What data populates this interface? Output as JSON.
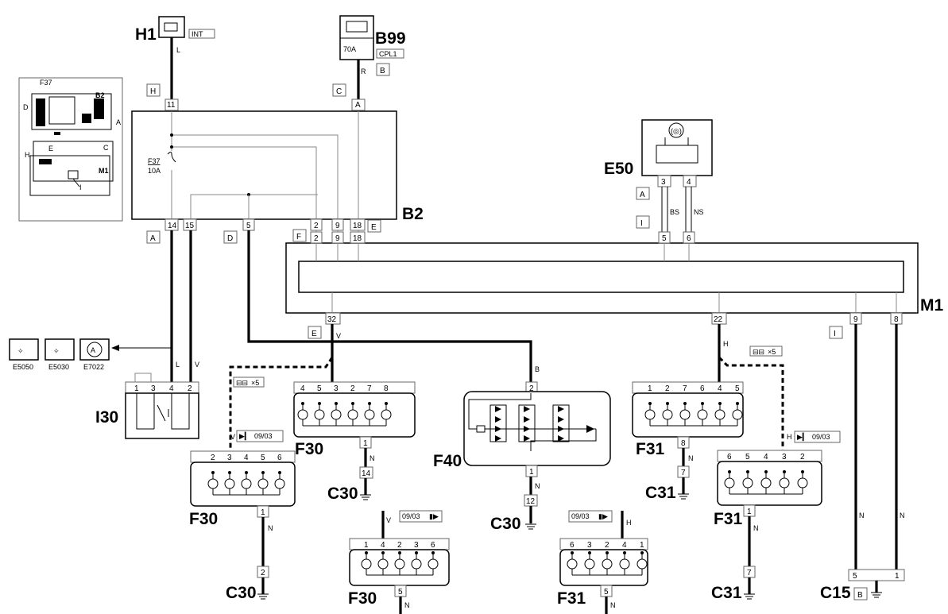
{
  "components": {
    "H1": {
      "name": "H1",
      "tag": "INT"
    },
    "B99": {
      "name": "B99",
      "fuse": "70A",
      "tag": "CPL1",
      "letter": "B"
    },
    "B2": {
      "name": "B2",
      "fuse": "F37",
      "rating": "10A"
    },
    "E50": {
      "name": "E50"
    },
    "M1": {
      "name": "M1"
    },
    "I30": {
      "name": "I30"
    },
    "F40": {
      "name": "F40"
    },
    "F30_a": {
      "name": "F30"
    },
    "F30_b": {
      "name": "F30",
      "date": "09/03"
    },
    "F30_c": {
      "name": "F30",
      "date": "09/03"
    },
    "F31_a": {
      "name": "F31"
    },
    "F31_b": {
      "name": "F31",
      "date": "09/03"
    },
    "F31_c": {
      "name": "F31",
      "date": "09/03"
    },
    "C30_a": {
      "name": "C30"
    },
    "C30_b": {
      "name": "C30"
    },
    "C30_c": {
      "name": "C30"
    },
    "C31_a": {
      "name": "C31"
    },
    "C31_b": {
      "name": "C31"
    },
    "C15": {
      "name": "C15",
      "letter": "B"
    },
    "E5050": {
      "name": "E5050"
    },
    "E5030": {
      "name": "E5030"
    },
    "E7022": {
      "name": "E7022"
    }
  },
  "connectors": {
    "H": "H",
    "C": "C",
    "A": "A",
    "D": "D",
    "F": "F",
    "E": "E",
    "E2": "E",
    "A2": "A",
    "I": "I",
    "I2": "I"
  },
  "wires": {
    "L": "L",
    "R": "R",
    "V": "V",
    "B": "B",
    "H": "H",
    "N": "N",
    "BS": "BS",
    "NS": "NS"
  },
  "count_label": "×5",
  "inset": {
    "F37": "F37",
    "D": "D",
    "B2": "B2",
    "A": "A",
    "C": "C",
    "E": "E",
    "H": "H",
    "M1": "M1",
    "I": "I"
  },
  "pins": {
    "b2_top_left": "11",
    "b2_top_right": "A",
    "b2_b14": "14",
    "b2_b15": "15",
    "b2_b5": "5",
    "b2_b2": "2",
    "b2_b9": "9",
    "b2_b18": "18",
    "m1_t2": "2",
    "m1_t9": "9",
    "m1_t18": "18",
    "m1_t5": "5",
    "m1_t6": "6",
    "e50_3": "3",
    "e50_4": "4",
    "m1_b32": "32",
    "m1_b22": "22",
    "m1_b9": "9",
    "m1_b8": "8",
    "i30_1": "1",
    "i30_3": "3",
    "i30_4": "4",
    "i30_2": "2",
    "f30a": [
      "4",
      "5",
      "3",
      "2",
      "7",
      "8"
    ],
    "f30a_b": "1",
    "f30b": [
      "2",
      "3",
      "4",
      "5",
      "6"
    ],
    "f30b_b": "1",
    "f30c": [
      "1",
      "4",
      "2",
      "3",
      "6"
    ],
    "f30c_b": "5",
    "f40_t": "2",
    "f40_b": "1",
    "f31a": [
      "1",
      "2",
      "7",
      "6",
      "4",
      "5"
    ],
    "f31a_b": "8",
    "f31b": [
      "6",
      "5",
      "4",
      "3",
      "2"
    ],
    "f31b_b": "1",
    "f31c": [
      "6",
      "3",
      "2",
      "4",
      "1"
    ],
    "f31c_b": "5",
    "c30a": "14",
    "c30b": "2",
    "c30c": "12",
    "c31a": "7",
    "c31b": "7",
    "c15_5": "5",
    "c15_1": "1"
  }
}
